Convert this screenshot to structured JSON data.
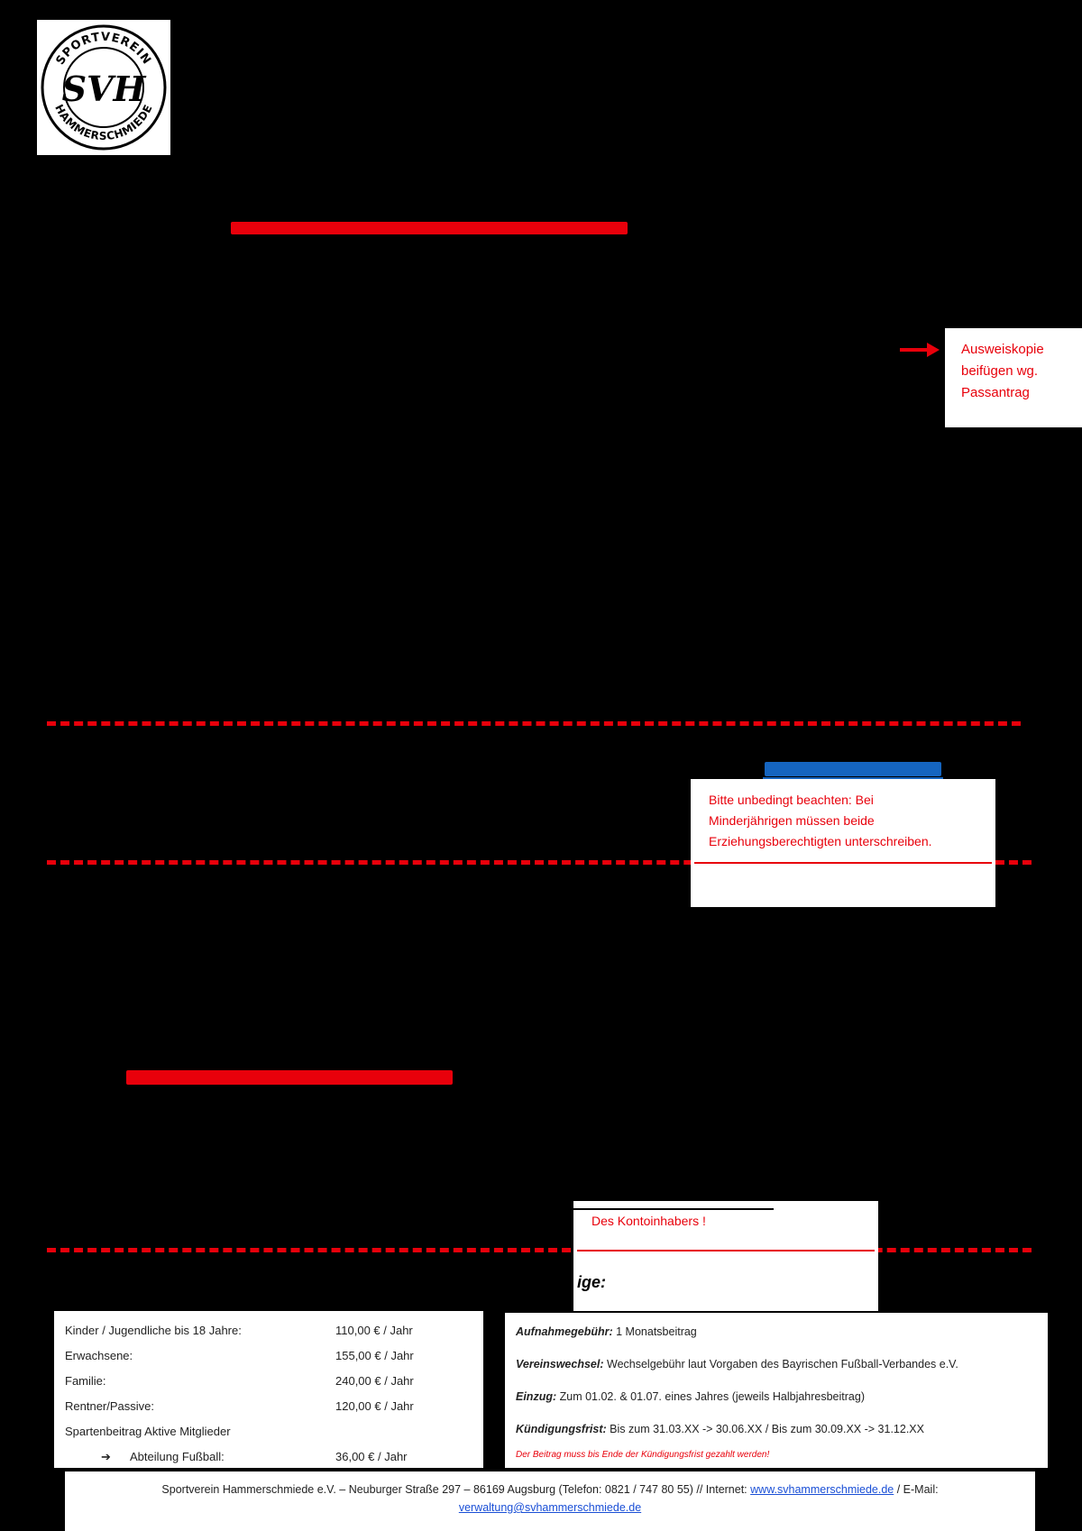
{
  "logo": {
    "ring_top": "SPORTVEREIN",
    "ring_bottom": "HAMMERSCHMIEDE",
    "monogram": "SVH"
  },
  "notes": {
    "passport": {
      "lines": [
        "Ausweiskopie",
        "beifügen wg.",
        "Passantrag"
      ]
    },
    "minors": {
      "lines": [
        "Bitte unbedingt beachten: Bei",
        "Minderjährigen müssen beide",
        "Erziehungsberechtigten unterschreiben."
      ]
    },
    "account_holder": {
      "text": "Des Kontoinhabers !",
      "tail": "ige:"
    }
  },
  "fees": {
    "rows": [
      {
        "label": "Kinder / Jugendliche  bis  18 Jahre:",
        "amount": "110,00 € / Jahr"
      },
      {
        "label": "Erwachsene:",
        "amount": "155,00 € / Jahr"
      },
      {
        "label": "Familie:",
        "amount": "240,00 € / Jahr"
      },
      {
        "label": "Rentner/Passive:",
        "amount": "120,00 € / Jahr"
      },
      {
        "label": "Spartenbeitrag Aktive  Mitglieder",
        "amount": ""
      },
      {
        "label": "Abteilung Fußball:",
        "amount": "36,00 € / Jahr"
      }
    ]
  },
  "info": {
    "admission_label": "Aufnahmegebühr:",
    "admission_value": "1 Monatsbeitrag",
    "transfer_label": "Vereinswechsel:",
    "transfer_value": "Wechselgebühr laut Vorgaben des Bayrischen Fußball-Verbandes e.V.",
    "collection_label": "Einzug:",
    "collection_value": "Zum 01.02. & 01.07. eines Jahres (jeweils Halbjahresbeitrag)",
    "notice_label": "Kündigungsfrist:",
    "notice_value": "Bis zum 31.03.XX -> 30.06.XX / Bis zum 30.09.XX -> 31.12.XX",
    "warning": "Der Beitrag muss bis Ende der Kündigungsfrist gezahlt werden!"
  },
  "footer": {
    "line1": "Sportverein Hammerschmiede e.V. – Neuburger Straße 297 – 86169 Augsburg (Telefon: 0821 / 747 80 55) // Internet:",
    "website": "www.svhammerschmiede.de",
    "email_label": "/ E-Mail:",
    "email": "verwaltung@svhammerschmiede.de"
  },
  "colors": {
    "accent_red": "#e8000b",
    "accent_blue": "#1565c0",
    "link_blue": "#1a4fd6"
  }
}
